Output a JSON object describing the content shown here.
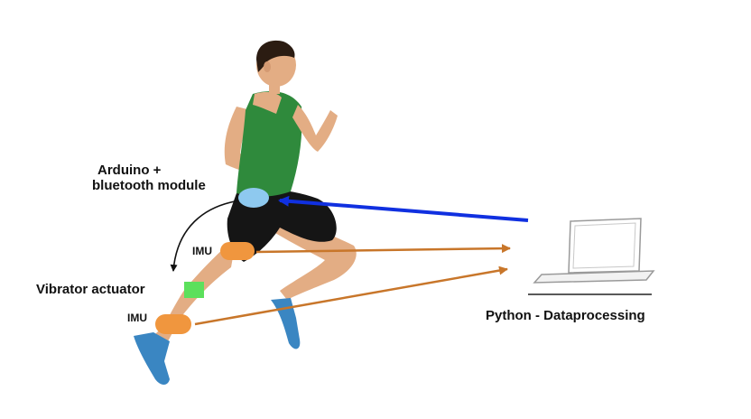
{
  "labels": {
    "arduino_line1": "Arduino +",
    "arduino_line2": "bluetooth module",
    "imu_upper": "IMU",
    "imu_lower": "IMU",
    "vibrator": "Vibrator actuator",
    "laptop": "Python - Dataprocessing"
  },
  "colors": {
    "arduino_module": "#8ec9ef",
    "imu_sensor": "#f0963e",
    "vibrator_actuator": "#5ce05c",
    "bluetooth_arrow": "#1030e0",
    "data_arrow": "#c8762a",
    "control_arrow": "#111111",
    "shirt": "#2f8a3c",
    "shorts": "#151515",
    "shoes": "#3a86c2",
    "skin": "#e3ad84"
  },
  "icons": {
    "runner": "runner-illustration",
    "computer": "laptop-icon"
  }
}
